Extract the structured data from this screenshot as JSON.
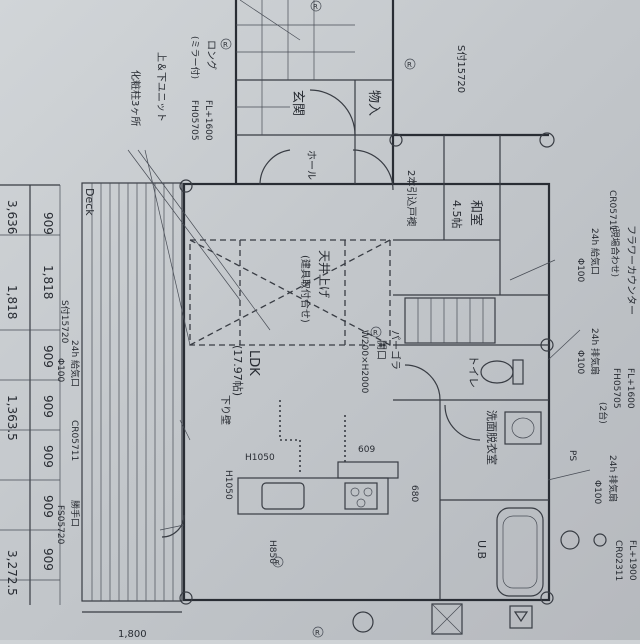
{
  "plan": {
    "rooms": {
      "genkan": "玄関",
      "monoire": "物入",
      "hall": "ホール",
      "washitsu": "和室",
      "washitsu_area": "4.5帖",
      "ldk": "LDK",
      "ldk_area": "(17.97帖)",
      "toilet": "トイレ",
      "senmen": "洗面脱衣室",
      "ub": "U.B",
      "deck": "Deck",
      "fukinuke": "天井上げ",
      "fukinuke_note": "(建具取付合せ)"
    },
    "labels": {
      "long_mirror": "ロング",
      "long_mirror_sub": "(ミラー付)",
      "upper_lower_unit": "上＆下ユニット",
      "cosmetic": "化粧柱3ヶ所",
      "fl1600": "FL+1600",
      "fh_a": "FH05705",
      "s_top": "S付15720",
      "sliding": "2本引込戸襖",
      "cr": "CR05711",
      "flower_counter": "フラワーカウンター",
      "flower_counter_sub": "(現場合わせ)",
      "kyuki_top": "24h 給気口",
      "kyuki_top_sub": "Φ100",
      "haiki_top": "24h 排気扇",
      "haiki_top_sub": "Φ100",
      "fl1600b": "FL+1600",
      "fh_b": "FH05705",
      "count2": "(2台)",
      "ps": "PS",
      "haiki_bot": "24h 排気扇",
      "haiki_bot_sub": "Φ100",
      "fl1900": "FL+1900",
      "cr_b": "CR02311",
      "pergola": "パーゴラ",
      "pergola_sub": "開口",
      "opening_size": "W200×H2000",
      "drop_wall": "下り壁",
      "h1050": "H1050",
      "h1050b": "H1050",
      "dim_609": "609",
      "dim_680": "680",
      "s_side": "S付15720",
      "kyuki_side": "24h 給気口",
      "kyuki_side_sub": "Φ100",
      "cr_side": "CR05711",
      "katte": "勝手口",
      "fs": "FS05720",
      "r_mark": "R",
      "dim_h850": "H850",
      "dim_1800": "1,800"
    },
    "dimensions": [
      "909",
      "1,818",
      "909",
      "909",
      "909",
      "909",
      "909"
    ],
    "left_dims": [
      "3,636",
      "1,818",
      "1,363.5",
      "3,272.5"
    ]
  }
}
